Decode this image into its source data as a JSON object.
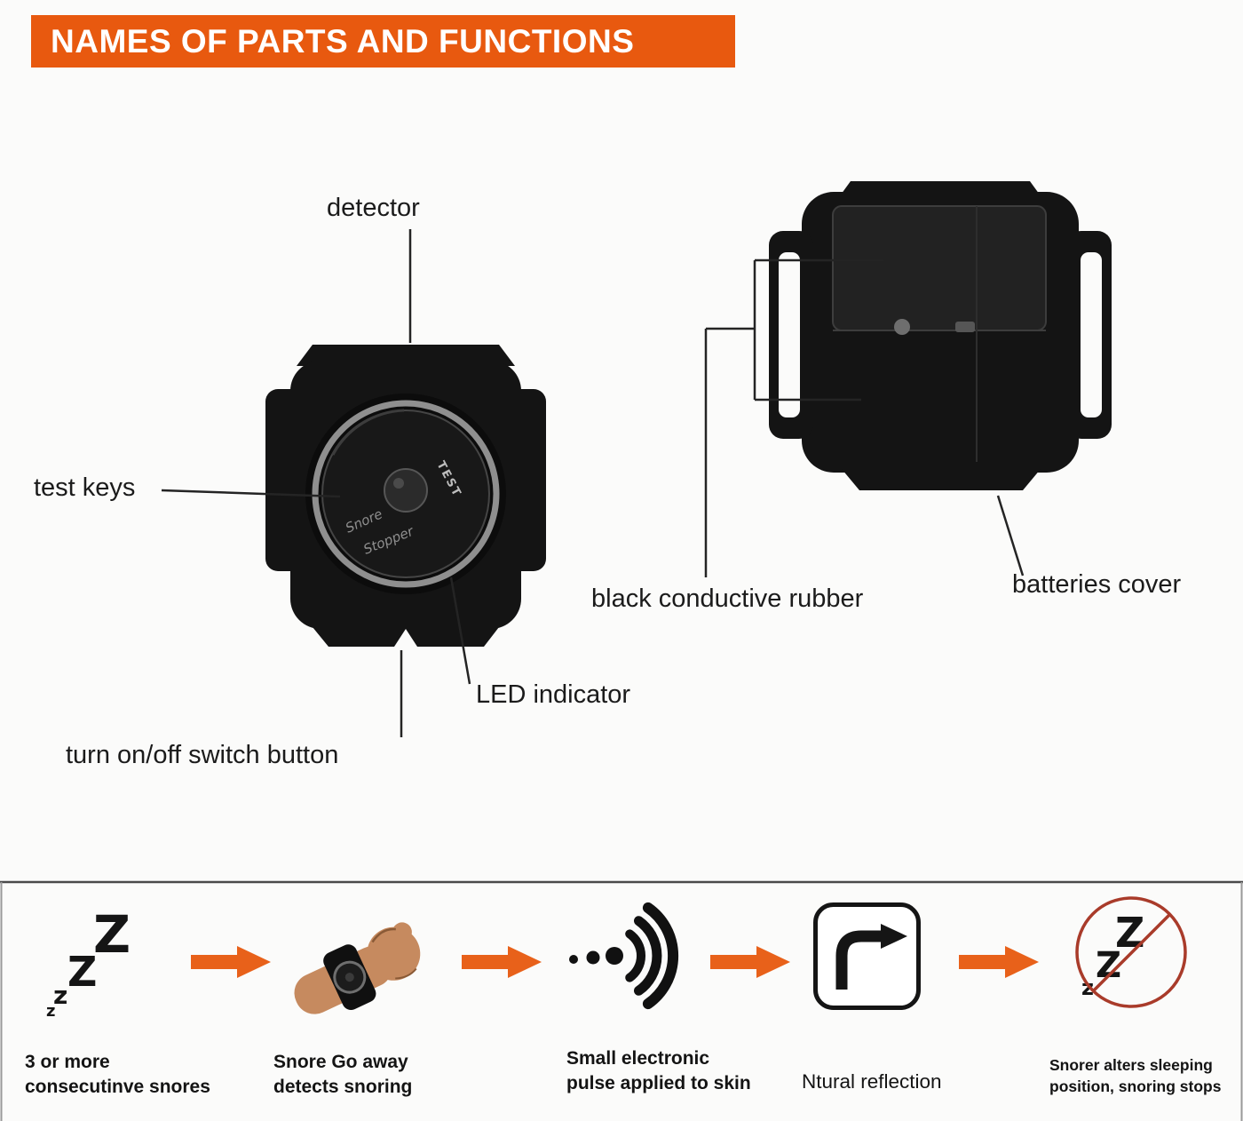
{
  "banner": {
    "title": "NAMES OF PARTS AND FUNCTIONS"
  },
  "colors": {
    "banner_bg": "#e8590f",
    "arrow_orange": "#e8611a",
    "device_black": "#141414",
    "no_sign_red": "#a93b2a"
  },
  "part_labels": {
    "detector": "detector",
    "test_keys": "test keys",
    "led_indicator": "LED indicator",
    "switch_button": "turn on/off switch button",
    "conductive_rubber": "black conductive rubber",
    "batteries_cover": "batteries cover"
  },
  "device_face": {
    "test_label": "TEST",
    "brand_line1": "Snore",
    "brand_line2": "Stopper"
  },
  "flow": {
    "steps": [
      {
        "icon": "snoring-zzz-icon",
        "caption": "3 or more\nconsecutinve snores",
        "glyphs": [
          "Z",
          "Z",
          "z",
          "z"
        ]
      },
      {
        "icon": "wrist-device-icon",
        "caption": "Snore Go away\ndetects snoring"
      },
      {
        "icon": "electronic-pulse-icon",
        "caption": "Small electronic\npulse applied to skin"
      },
      {
        "icon": "natural-reflection-icon",
        "caption": "Ntural reflection"
      },
      {
        "icon": "no-snoring-icon",
        "caption": "Snorer alters sleeping\nposition, snoring stops",
        "glyphs": [
          "Z",
          "Z",
          "z"
        ]
      }
    ]
  }
}
